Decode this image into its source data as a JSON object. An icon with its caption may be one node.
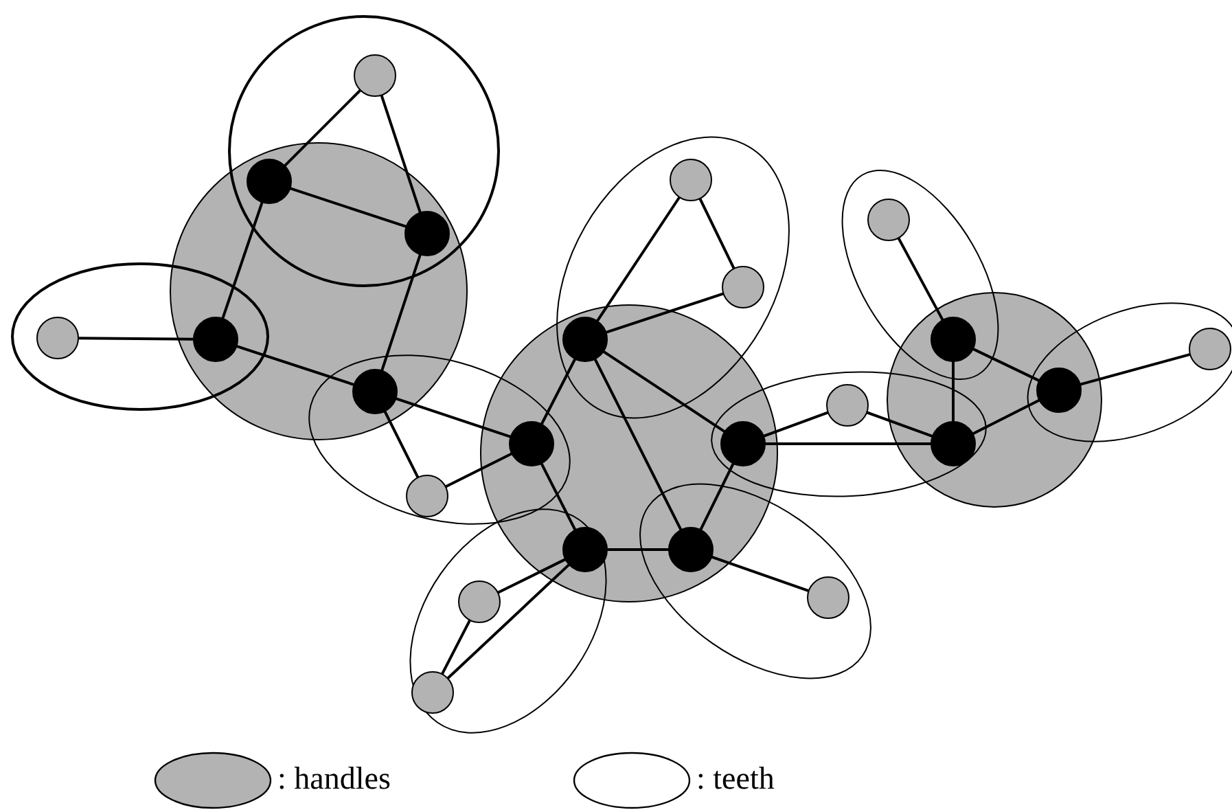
{
  "diagram": {
    "nodes": [
      {
        "text": [],
        "shape": "circle"
      },
      {
        "text": [],
        "shape": "circle"
      },
      {
        "text": [],
        "shape": "circle"
      },
      {
        "text": [],
        "shape": "circle"
      },
      {
        "text": [],
        "shape": "circle"
      },
      {
        "text": [],
        "shape": "circle"
      },
      {
        "text": [],
        "shape": "circle"
      },
      {
        "text": [],
        "shape": "circle"
      },
      {
        "text": [],
        "shape": "circle"
      },
      {
        "text": [],
        "shape": "circle"
      },
      {
        "text": [],
        "shape": "circle"
      },
      {
        "text": [],
        "shape": "circle"
      },
      {
        "text": [],
        "shape": "circle"
      },
      {
        "text": [],
        "shape": "circle"
      },
      {
        "text": [],
        "shape": "circle"
      },
      {
        "text": [],
        "shape": "circle"
      },
      {
        "text": [],
        "shape": "circle"
      },
      {
        "text": [],
        "shape": "circle"
      },
      {
        "text": [],
        "shape": "circle"
      },
      {
        "text": [],
        "shape": "circle"
      },
      {
        "text": [],
        "shape": "circle"
      },
      {
        "text": [],
        "shape": "circle"
      },
      {
        "text": [],
        "shape": "circle"
      }
    ],
    "edges": [
      {
        "from": 0,
        "to": 2,
        "arrow": "none"
      },
      {
        "from": 0,
        "to": 4,
        "arrow": "none"
      },
      {
        "from": 2,
        "to": 4,
        "arrow": "none"
      },
      {
        "from": 2,
        "to": 7,
        "arrow": "none"
      },
      {
        "from": 4,
        "to": 11,
        "arrow": "none"
      },
      {
        "from": 6,
        "to": 7,
        "arrow": "none"
      },
      {
        "from": 7,
        "to": 11,
        "arrow": "none"
      },
      {
        "from": 11,
        "to": 14,
        "arrow": "none"
      },
      {
        "from": 11,
        "to": 17,
        "arrow": "none"
      },
      {
        "from": 14,
        "to": 17,
        "arrow": "none"
      },
      {
        "from": 14,
        "to": 8,
        "arrow": "none"
      },
      {
        "from": 14,
        "to": 18,
        "arrow": "none"
      },
      {
        "from": 1,
        "to": 8,
        "arrow": "none"
      },
      {
        "from": 1,
        "to": 5,
        "arrow": "none"
      },
      {
        "from": 8,
        "to": 5,
        "arrow": "none"
      },
      {
        "from": 8,
        "to": 15,
        "arrow": "none"
      },
      {
        "from": 8,
        "to": 19,
        "arrow": "none"
      },
      {
        "from": 15,
        "to": 13,
        "arrow": "none"
      },
      {
        "from": 13,
        "to": 16,
        "arrow": "none"
      },
      {
        "from": 15,
        "to": 16,
        "arrow": "none"
      },
      {
        "from": 15,
        "to": 19,
        "arrow": "none"
      },
      {
        "from": 18,
        "to": 19,
        "arrow": "none"
      },
      {
        "from": 19,
        "to": 20,
        "arrow": "none"
      },
      {
        "from": 18,
        "to": 21,
        "arrow": "none"
      },
      {
        "from": 18,
        "to": 22,
        "arrow": "none"
      },
      {
        "from": 21,
        "to": 22,
        "arrow": "none"
      },
      {
        "from": 3,
        "to": 9,
        "arrow": "none"
      },
      {
        "from": 9,
        "to": 16,
        "arrow": "none"
      },
      {
        "from": 9,
        "to": 12,
        "arrow": "none"
      },
      {
        "from": 12,
        "to": 16,
        "arrow": "none"
      },
      {
        "from": 12,
        "to": 10,
        "arrow": "none"
      }
    ],
    "legend": [
      {
        "text": ": handles",
        "color": "#b3b3b3"
      },
      {
        "text": ": teeth",
        "color": "#ffffff"
      }
    ]
  }
}
